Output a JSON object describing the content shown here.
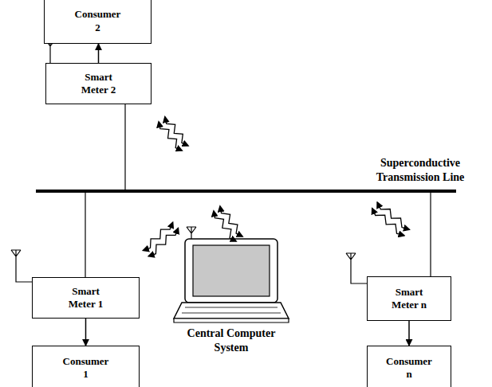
{
  "diagram": {
    "nodes": [
      {
        "text": [
          "Consumer 2"
        ]
      },
      {
        "text": [
          "Smart Meter 2"
        ]
      },
      {
        "text": [
          "Smart Meter 1"
        ]
      },
      {
        "text": [
          "Consumer 1"
        ]
      },
      {
        "text": [
          "Smart Meter n"
        ]
      },
      {
        "text": [
          "Consumer n"
        ]
      }
    ],
    "edges": [
      {
        "from": 1,
        "to": 0,
        "arrow": "to"
      },
      {
        "from": 2,
        "to": 3,
        "arrow": "to"
      },
      {
        "from": 4,
        "to": 5,
        "arrow": "to"
      }
    ],
    "labels": [
      "Superconductive Transmission Line",
      "Central Computer System"
    ]
  }
}
